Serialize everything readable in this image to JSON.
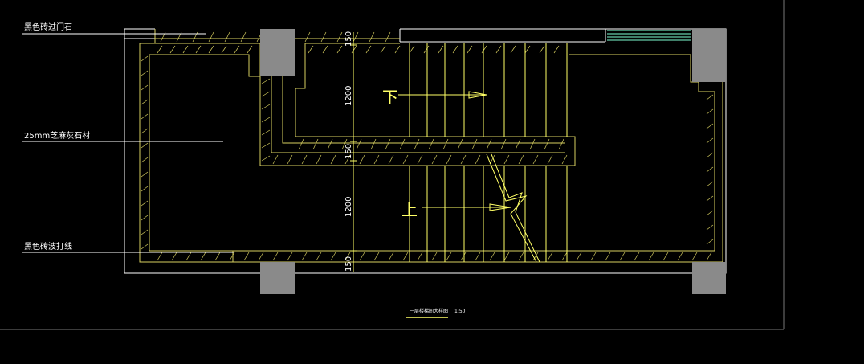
{
  "drawing": {
    "annotations": [
      {
        "key": "threshold",
        "text": "黑色砖过门石"
      },
      {
        "key": "floor_stone",
        "text": "25mm芝麻灰石材"
      },
      {
        "key": "skirting",
        "text": "黑色砖波打线"
      }
    ],
    "dimensions": {
      "top_edge": "150",
      "upper_flight": "1200",
      "landing": "150",
      "lower_flight": "1200",
      "bottom_edge": "150"
    },
    "arrows": {
      "down": "下",
      "up": "上"
    },
    "title": {
      "text": "一层楼梯间大样图",
      "scale": "1:50"
    }
  },
  "colors": {
    "background": "#000000",
    "outline": "#ffffff",
    "stairs": "#ffff66",
    "hatch": "#d8d060",
    "column": "#8a8a8a",
    "window": "#7fffd4",
    "frame": "#777777"
  }
}
